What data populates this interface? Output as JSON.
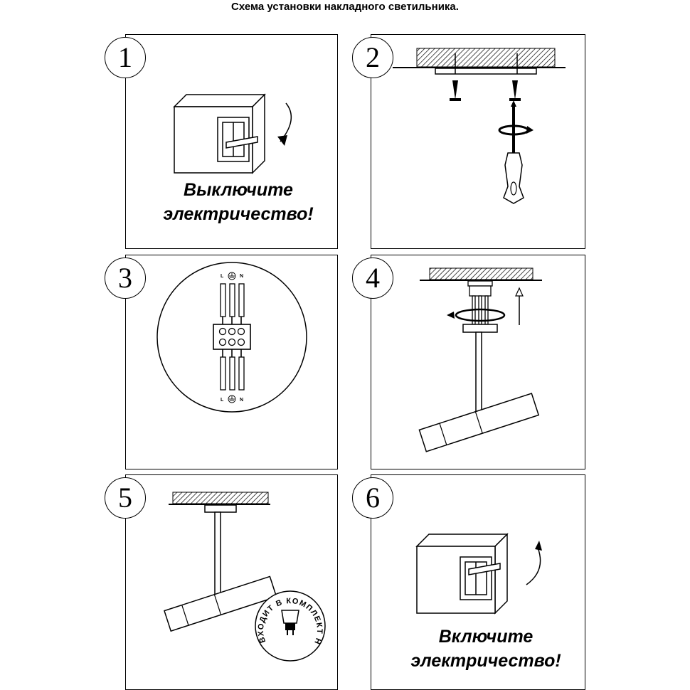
{
  "title": "Схема установки накладного светильника.",
  "steps": [
    {
      "number": "1",
      "caption_line1": "Выключите",
      "caption_line2": "электричество!"
    },
    {
      "number": "2"
    },
    {
      "number": "3",
      "wire_labels": {
        "live": "L",
        "neutral": "N"
      }
    },
    {
      "number": "4"
    },
    {
      "number": "5",
      "stamp_text": "ВХОДИТ В КОМПЛЕКТ НЕ"
    },
    {
      "number": "6",
      "caption_line1": "Включите",
      "caption_line2": "электричество!"
    }
  ]
}
